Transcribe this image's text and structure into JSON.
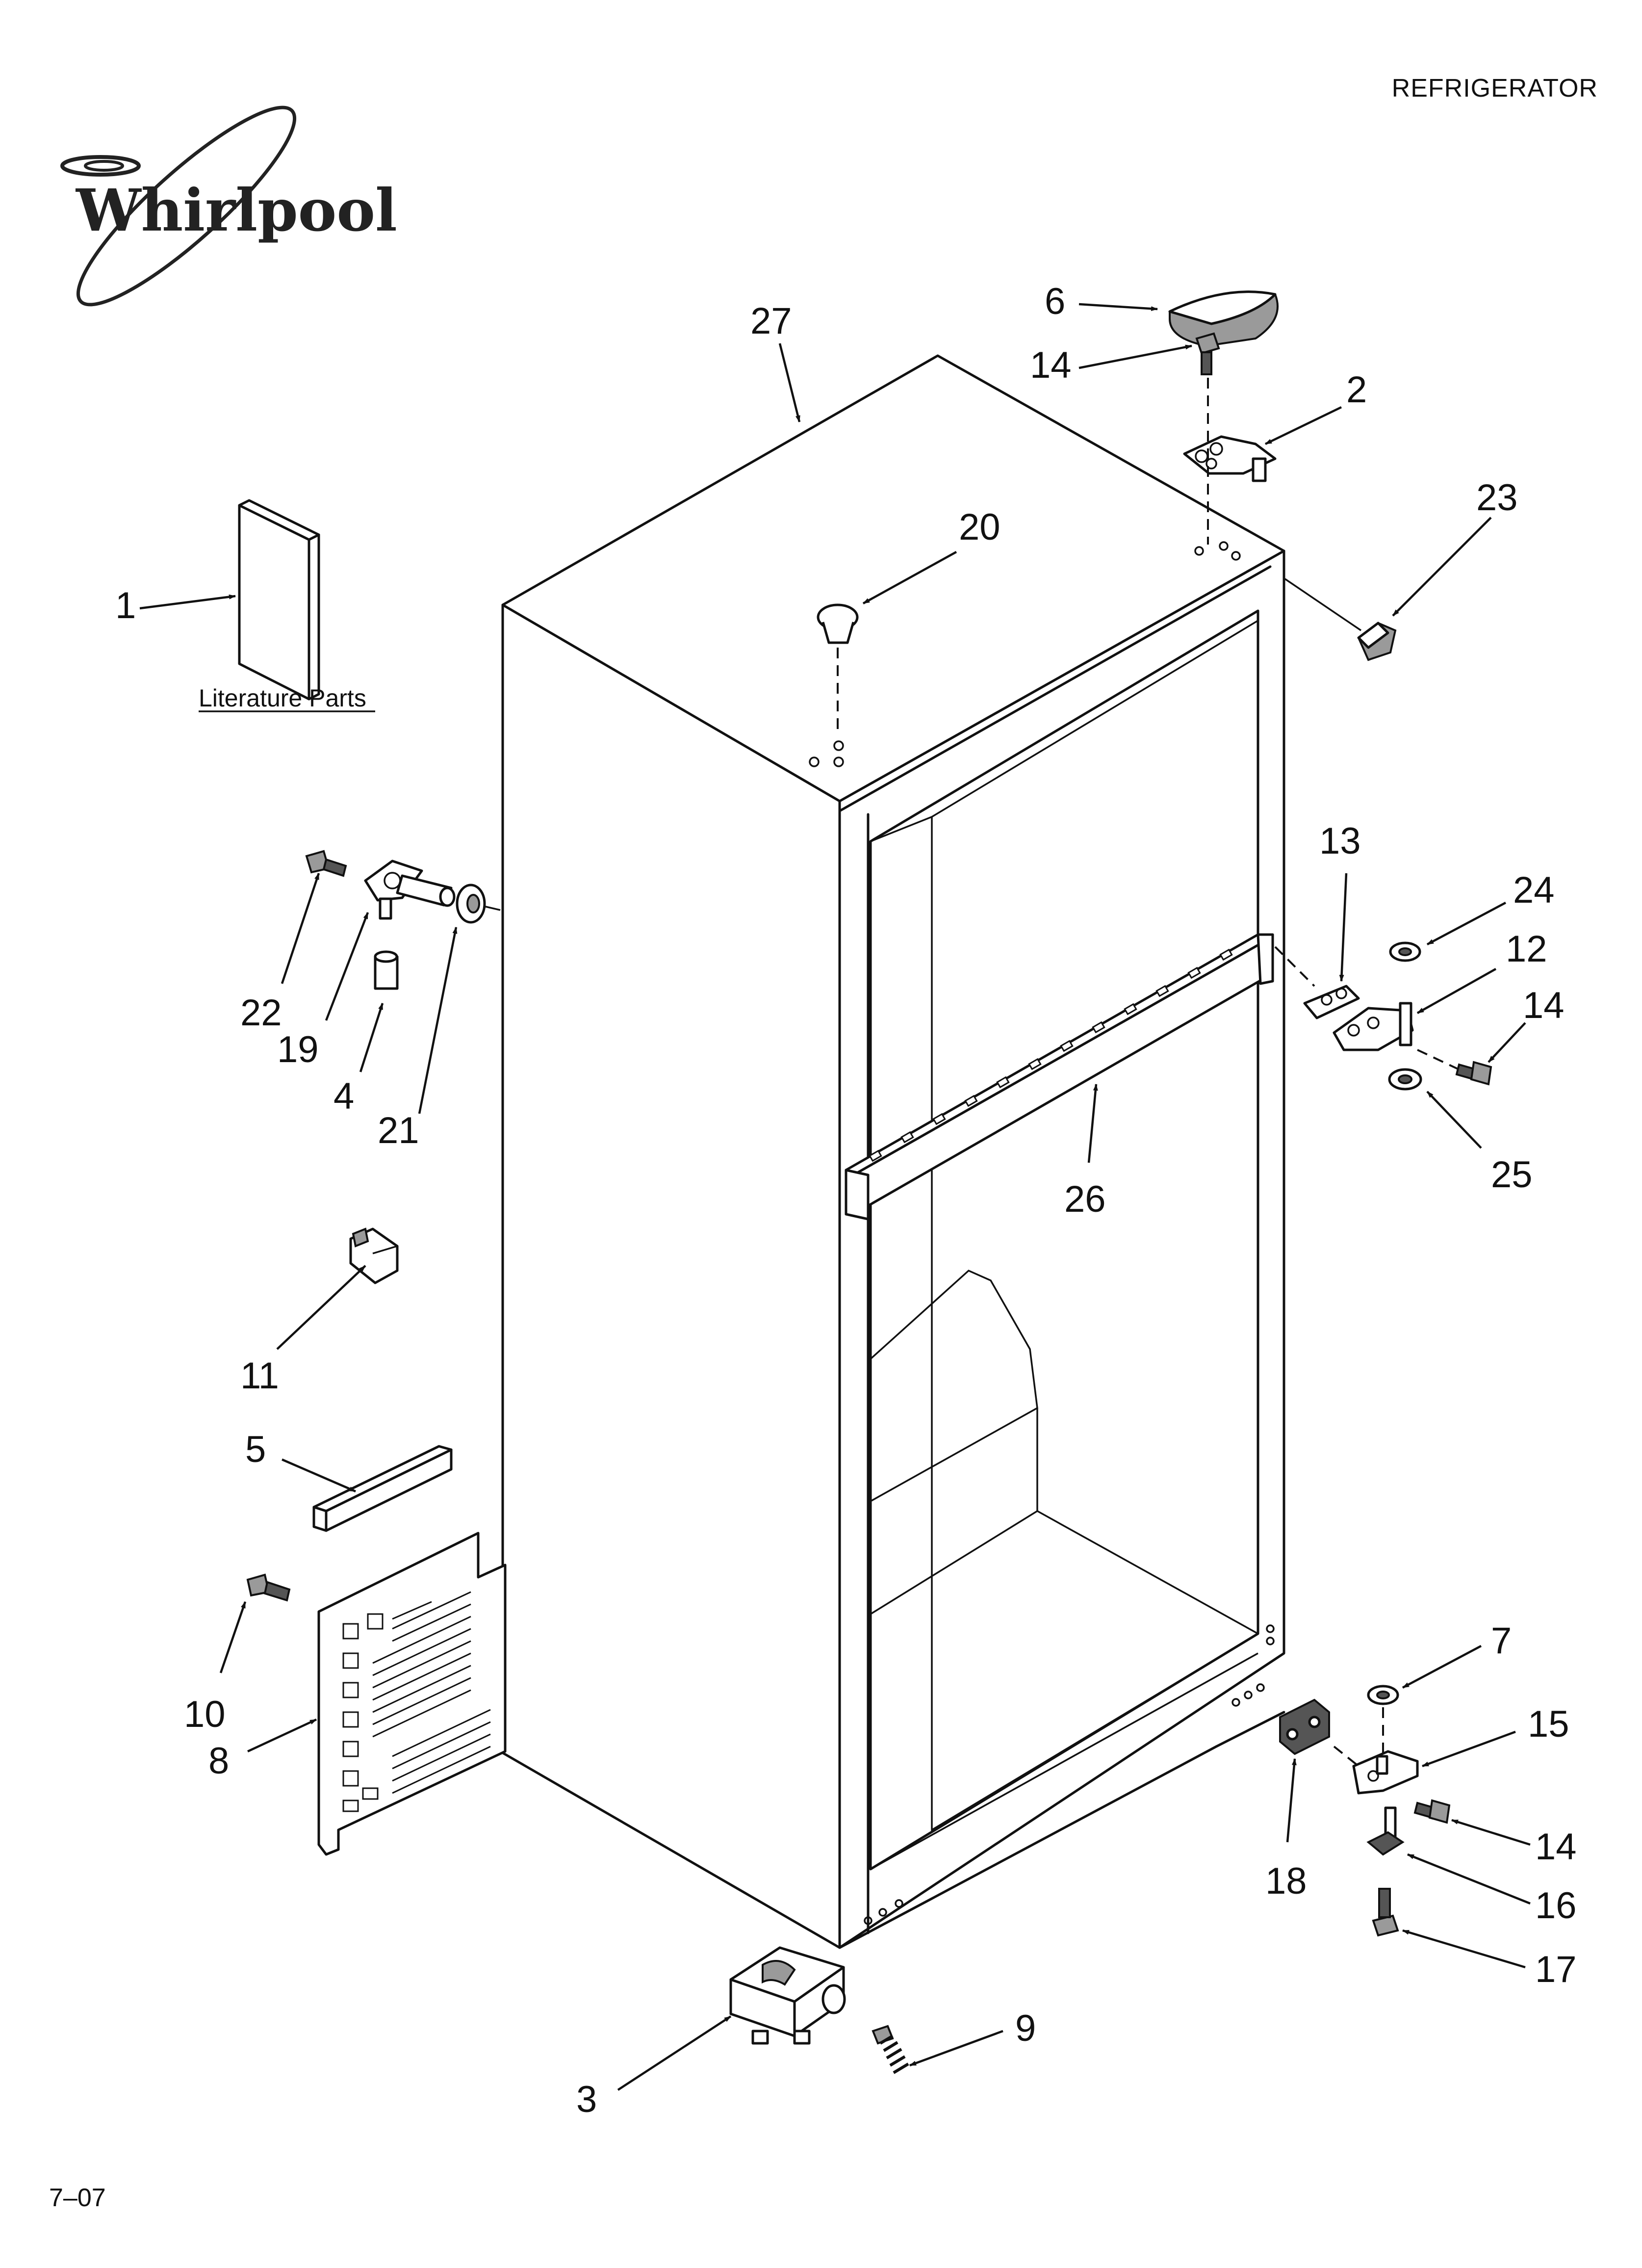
{
  "header": {
    "section": "REFRIGERATOR",
    "page_code": "7–07"
  },
  "brand": {
    "logo_text": "Whirlpool"
  },
  "caption": {
    "literature": "Literature Parts"
  },
  "callouts": {
    "p1": "1",
    "p2": "2",
    "p3": "3",
    "p4": "4",
    "p5": "5",
    "p6": "6",
    "p7": "7",
    "p8": "8",
    "p9": "9",
    "p10": "10",
    "p11": "11",
    "p12": "12",
    "p13": "13",
    "p14a": "14",
    "p14b": "14",
    "p14c": "14",
    "p15": "15",
    "p16": "16",
    "p17": "17",
    "p18": "18",
    "p19": "19",
    "p20": "20",
    "p21": "21",
    "p22": "22",
    "p23": "23",
    "p24": "24",
    "p25": "25",
    "p26": "26",
    "p27": "27"
  },
  "colors": {
    "ink": "#111111",
    "part_fill": "#ffffff",
    "shade": "#9a9a9a"
  }
}
